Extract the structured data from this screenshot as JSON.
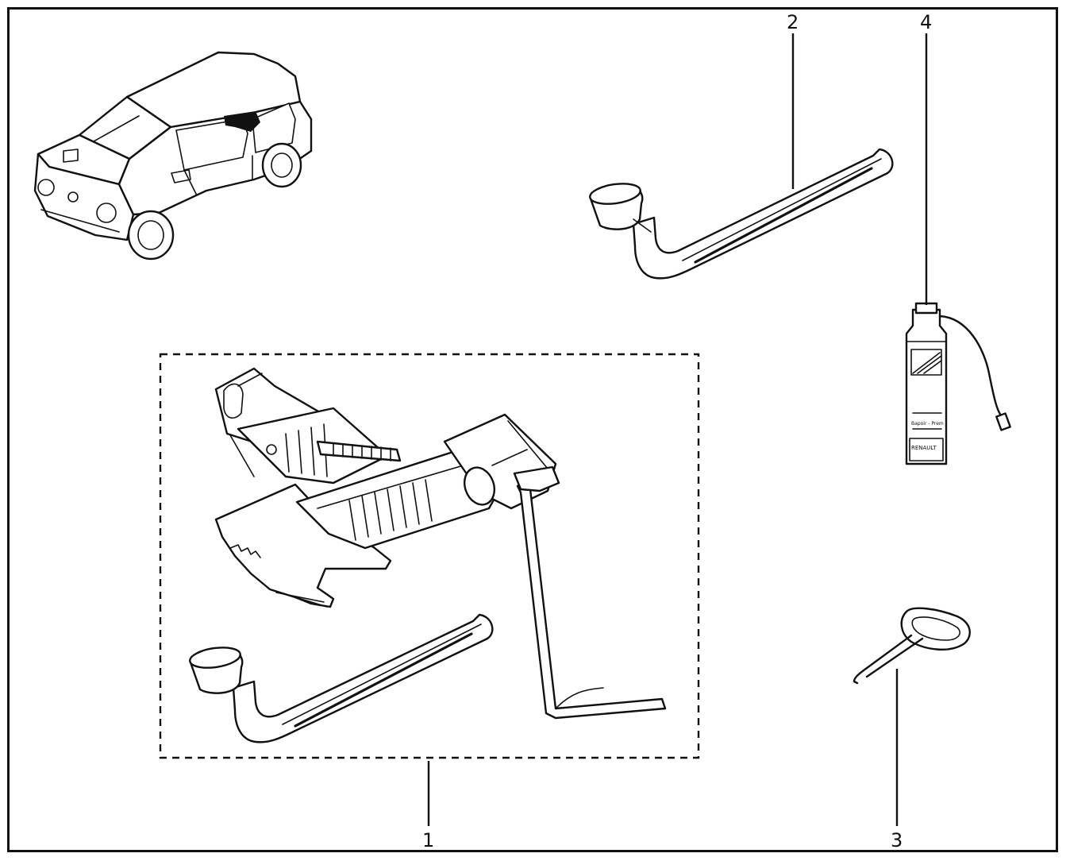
{
  "callouts": {
    "c1": "1",
    "c2": "2",
    "c3": "3",
    "c4": "4"
  },
  "can_label": {
    "line1": "Bapoir - Prem",
    "line2": "RENAULT"
  }
}
